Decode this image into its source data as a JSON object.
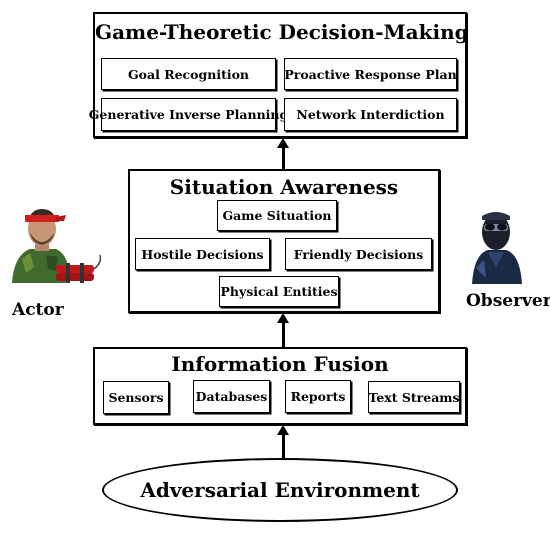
{
  "top": {
    "title": "Game-Theoretic Decision-Making",
    "items": [
      "Goal Recognition",
      "Proactive Response Plan",
      "Generative Inverse Planning",
      "Network Interdiction"
    ]
  },
  "middle": {
    "title": "Situation Awareness",
    "items": [
      "Game Situation",
      "Hostile Decisions",
      "Friendly Decisions",
      "Physical Entities"
    ]
  },
  "bottom": {
    "title": "Information Fusion",
    "items": [
      "Sensors",
      "Databases",
      "Reports",
      "Text Streams"
    ]
  },
  "environment": {
    "label": "Adversarial Environment"
  },
  "actor": {
    "label": "Actor",
    "icon": "actor-soldier-icon"
  },
  "observer": {
    "label": "Observer",
    "icon": "observer-masked-icon"
  }
}
